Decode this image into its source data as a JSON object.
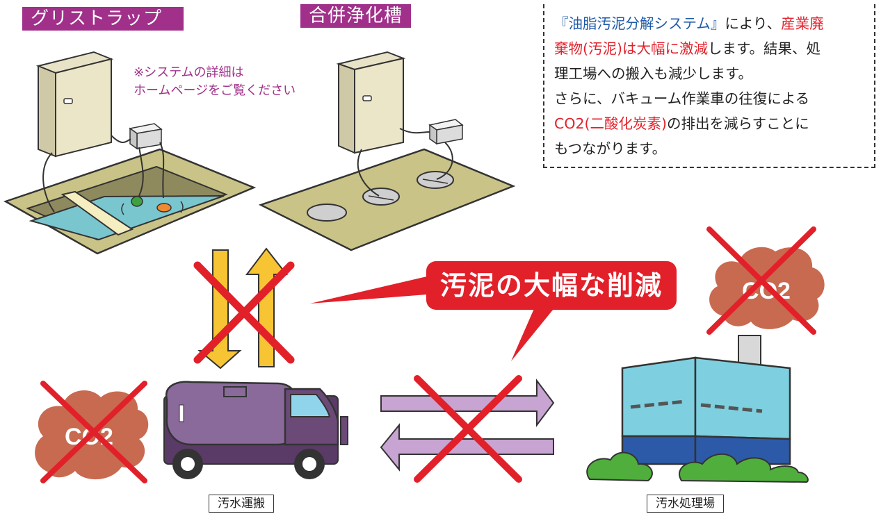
{
  "labels": {
    "grease_trap": "グリストラップ",
    "septic_tank": "合併浄化槽",
    "note_line1": "※システムの詳細は",
    "note_line2": "ホームページをご覧ください",
    "callout": "汚泥の大幅な削減",
    "transport_caption": "汚水運搬",
    "plant_caption": "汚水処理場",
    "co2_text": "CO2"
  },
  "info": {
    "l1_blue": "『油脂汚泥分解システム』",
    "l1_black": "により、",
    "l1_red": "産業廃",
    "l2_red": "棄物(汚泥)は大幅に激減",
    "l2_black": "します。結果、処",
    "l3": "理工場への搬入も減少します。",
    "l4": "さらに、バキューム作業車の往復による",
    "l5_red": "CO2(二酸化炭素)",
    "l5_black": "の排出を減らすことに",
    "l6": "もつながります。"
  },
  "colors": {
    "brand_purple": "#a0308a",
    "alert_red": "#e2202a",
    "info_blue": "#1e5aa8",
    "co2_cloud": "#c86a50",
    "arrow_yellow": "#f7c533",
    "arrow_purple": "#c8a4d2",
    "factory_cyan": "#7ed0e0",
    "factory_blue": "#2d5aa8"
  }
}
